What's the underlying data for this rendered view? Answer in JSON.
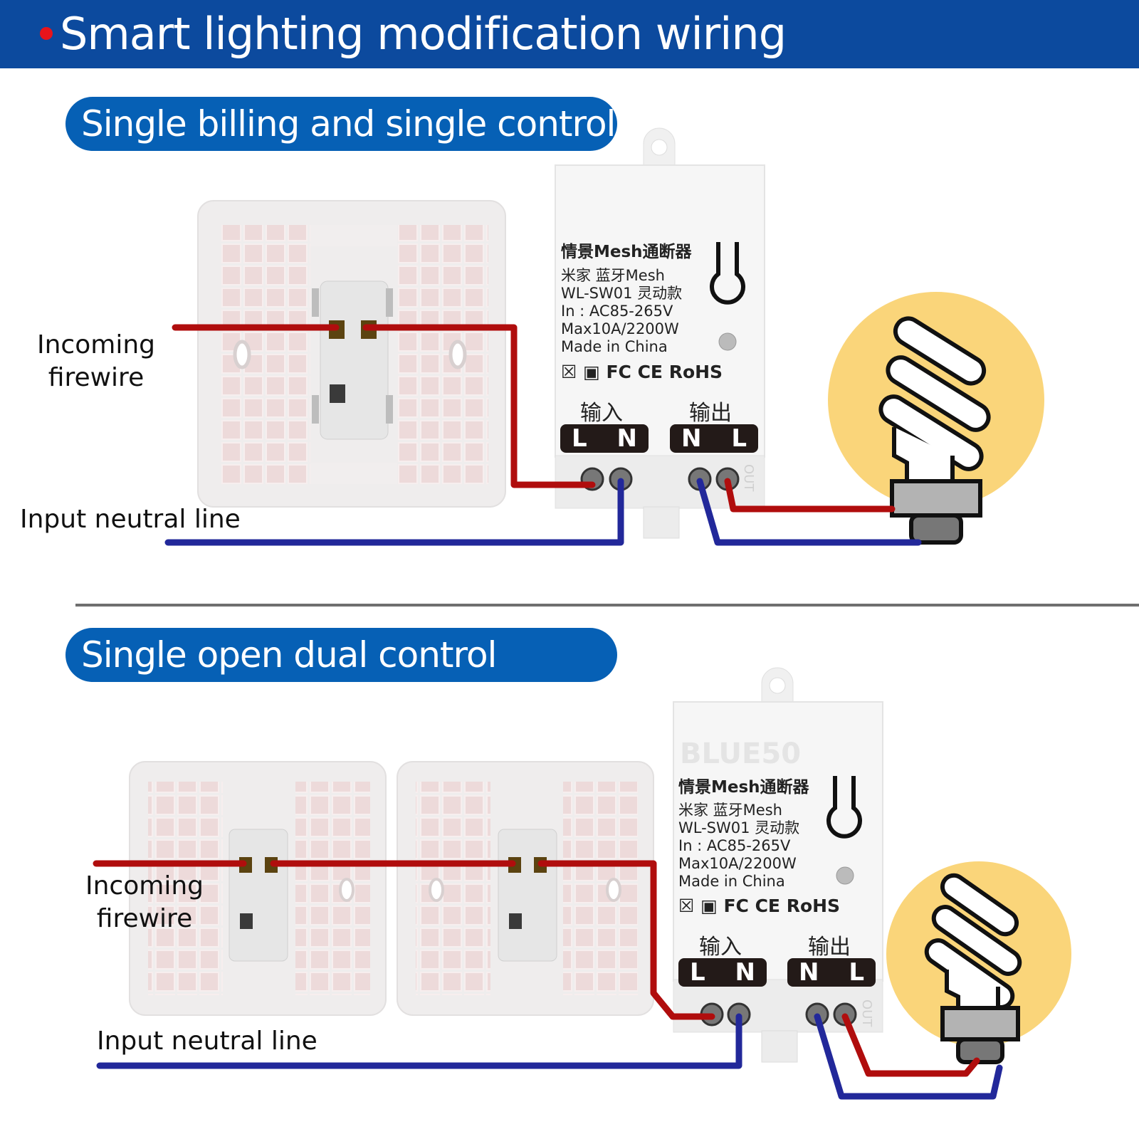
{
  "header": {
    "title": "Smart lighting modification wiring",
    "bullet_color": "#e8141b",
    "background": "#0c4a9e"
  },
  "sections": [
    {
      "heading": "Single billing and single control",
      "labels": {
        "incoming_line1": "Incoming",
        "incoming_line2": "firewire",
        "neutral": "Input neutral line"
      },
      "device": {
        "title": "情景Mesh通断器",
        "lines": [
          "米家 蓝牙Mesh",
          "WL-SW01 灵动款",
          "In : AC85-265V",
          "Max10A/2200W",
          "Made in China"
        ],
        "certs": "☒ ▣ FC CE RoHS",
        "input_label": "输入",
        "input_terminals": [
          "L",
          "N"
        ],
        "output_label": "输出",
        "output_terminals": [
          "N",
          "L"
        ],
        "out_mark": "OUT"
      }
    },
    {
      "heading": "Single open dual control",
      "labels": {
        "incoming_line1": "Incoming",
        "incoming_line2": "firewire",
        "neutral": "Input neutral line"
      },
      "device": {
        "brand": "BLUE50",
        "title": "情景Mesh通断器",
        "lines": [
          "米家 蓝牙Mesh",
          "WL-SW01 灵动款",
          "In : AC85-265V",
          "Max10A/2200W",
          "Made in China"
        ],
        "certs": "☒ ▣ FC CE RoHS",
        "input_label": "输入",
        "input_terminals": [
          "L",
          "N"
        ],
        "output_label": "输出",
        "output_terminals": [
          "N",
          "L"
        ],
        "out_mark": "OUT"
      }
    }
  ],
  "colors": {
    "live_wire": "#b00d0d",
    "neutral_wire": "#22289a",
    "bulb_glow": "#fad57a",
    "pill": "#0660b5",
    "terminal_box": "#231a18"
  }
}
